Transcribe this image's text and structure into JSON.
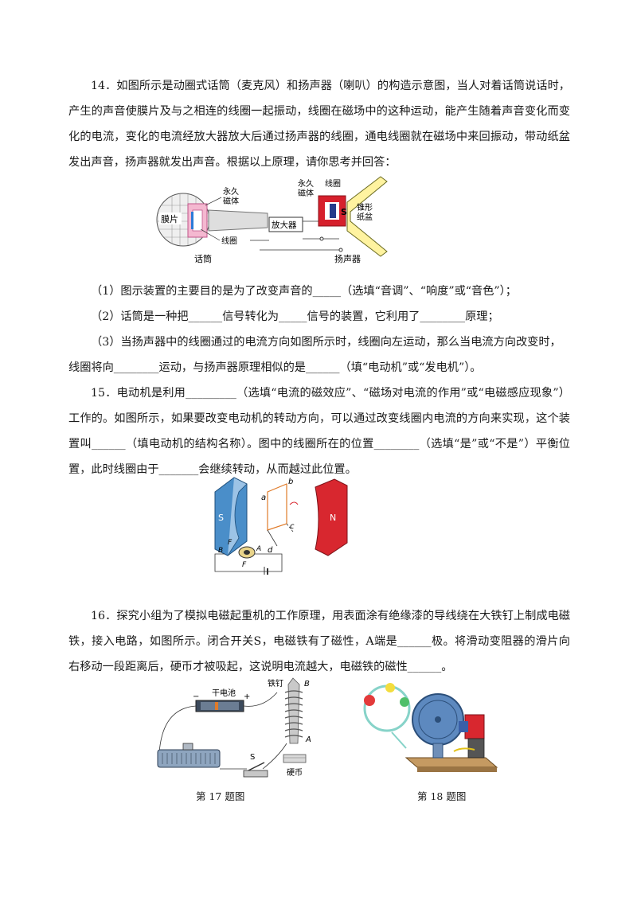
{
  "q14": {
    "stem": "14．如图所示是动圈式话筒（麦克风）和扬声器（喇叭）的构造示意图，当人对着话筒说话时，产生的声音使膜片及与之相连的线圈一起振动，线圈在磁场中的这种运动，能产生随着声音变化而变化的电流，变化的电流经放大器放大后通过扬声器的线圈，通电线圈就在磁场中来回振动，带动纸盆发出声音，扬声器就发出声音。根据以上原理，请你思考并回答：",
    "sub1": "（1）图示装置的主要目的是为了改变声音的_____（选填“音调”、“响度”或“音色”）；",
    "sub2": "（2）话筒是一种把______信号转化为_____信号的装置，它利用了________原理；",
    "sub3": "（3）当扬声器中的线圈通过的电流方向如图所示时，线圈向左运动，那么当电流方向改变时，线圈将向________运动，与扬声器原理相似的是______（填“电动机”或“发电机”）。",
    "fig": {
      "membrane": "膜片",
      "magnet_left": [
        "永久",
        "磁体"
      ],
      "coil_left": "线圈",
      "amplifier": "放大器",
      "microphone": "话筒",
      "magnet_right": [
        "永久",
        "磁体"
      ],
      "coil_right": "线圈",
      "cone": [
        "锥形",
        "纸盆"
      ],
      "pole_s": "S",
      "speaker": "扬声器"
    }
  },
  "q15": {
    "stem": "15．电动机是利用_________（选填“电流的磁效应”、“磁场对电流的作用”或“电磁感应现象”）工作的。如图所示，如果要改变电动机的转动方向，可以通过改变线圈内电流的方向来实现，这个装置叫______（填电动机的结构名称）。图中的线圈所在的位置________（选填“是”或“不是”）平衡位置，此时线圈由于_______会继续转动，从而越过此位置。",
    "fig": {
      "pole_s": "S",
      "pole_n": "N",
      "a": "a",
      "b": "b",
      "c": "c",
      "d": "d",
      "A": "A",
      "B": "B",
      "F_top": "F",
      "F_bottom": "F"
    }
  },
  "q16": {
    "stem": "16．探究小组为了模拟电磁起重机的工作原理，用表面涂有绝缘漆的导线绕在大铁钉上制成电磁铁，接入电路，如图所示。闭合开关S，电磁铁有了磁性，A端是______极。将滑动变阻器的滑片向右移动一段距离后，硬币才被吸起，这说明电流越大，电磁铁的磁性______。",
    "fig17": {
      "battery": "干电池",
      "minus": "−",
      "plus": "+",
      "nail": "铁钉",
      "B": "B",
      "A": "A",
      "switch": "S",
      "coin": "硬币",
      "caption": "第 17 题图"
    },
    "fig18": {
      "caption": "第 18 题图"
    }
  }
}
